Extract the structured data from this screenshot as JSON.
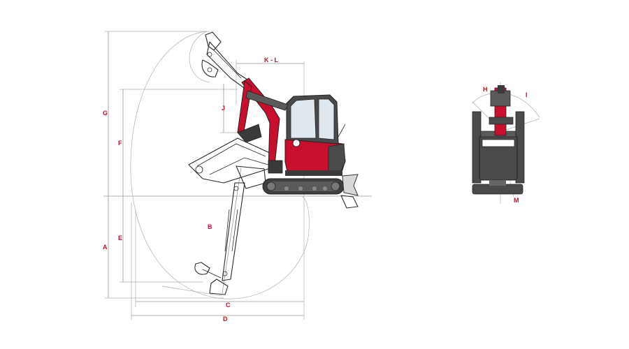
{
  "labels": {
    "A": "A",
    "B": "B",
    "C": "C",
    "D": "D",
    "E": "E",
    "F": "F",
    "G": "G",
    "J": "J",
    "KL": "K - L",
    "H": "H",
    "I": "I",
    "M": "M"
  },
  "colors": {
    "label_red": "#c0122c",
    "body_red": "#c8102e",
    "dark_grey": "#4a4a4a",
    "dimension_grey": "#9a9a9a"
  }
}
